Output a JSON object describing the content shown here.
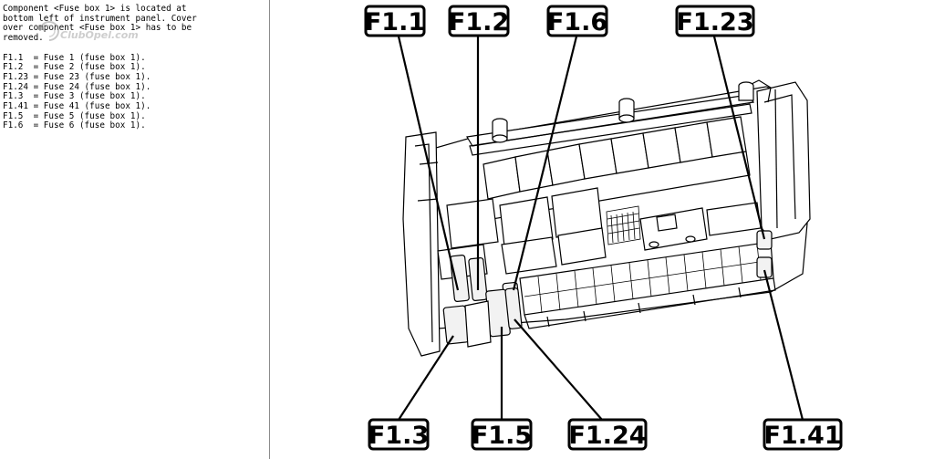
{
  "description_lines": [
    "Component <Fuse box 1> is located at",
    "bottom left of instrument panel. Cover",
    "over component <Fuse box 1> has to be",
    "removed."
  ],
  "fuse_lines": [
    "F1.1  = Fuse 1 (fuse box 1).",
    "F1.2  = Fuse 2 (fuse box 1).",
    "F1.23 = Fuse 23 (fuse box 1).",
    "F1.24 = Fuse 24 (fuse box 1).",
    "F1.3  = Fuse 3 (fuse box 1).",
    "F1.41 = Fuse 41 (fuse box 1).",
    "F1.5  = Fuse 5 (fuse box 1).",
    "F1.6  = Fuse 6 (fuse box 1)."
  ],
  "watermark": "ClubOpel.com",
  "diagram": {
    "labels": {
      "f1_1": "F1.1",
      "f1_2": "F1.2",
      "f1_6": "F1.6",
      "f1_23": "F1.23",
      "f1_3": "F1.3",
      "f1_5": "F1.5",
      "f1_24": "F1.24",
      "f1_41": "F1.41"
    }
  }
}
